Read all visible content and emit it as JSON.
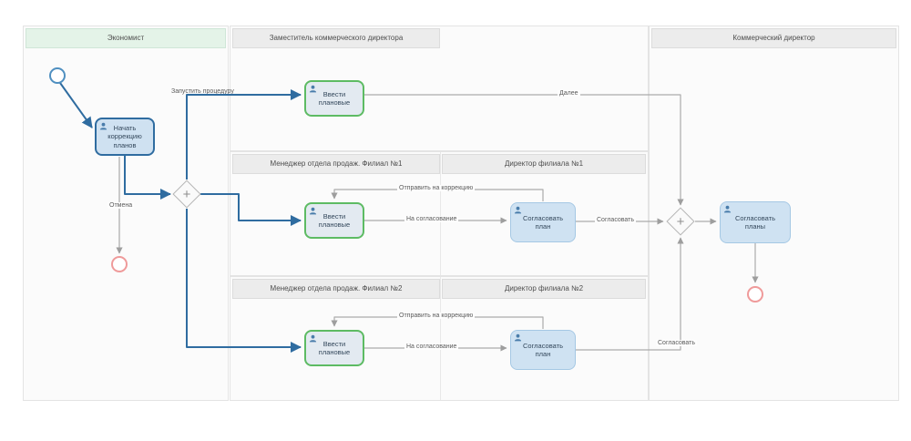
{
  "diagram": {
    "gateway_symbol": "+",
    "lanes": {
      "economist": {
        "title": "Экономист"
      },
      "deputy_commercial_director": {
        "title": "Заместитель коммерческого директора"
      },
      "sales_manager_branch1": {
        "title": "Менеджер отдела продаж. Филиал №1"
      },
      "branch1_director": {
        "title": "Директор филиала №1"
      },
      "sales_manager_branch2": {
        "title": "Менеджер отдела продаж. Филиал №2"
      },
      "branch2_director": {
        "title": "Директор филиала №2"
      },
      "commercial_director": {
        "title": "Коммерческий директор"
      }
    },
    "tasks": {
      "start_correction": {
        "label": "Начать коррекцию планов"
      },
      "enter_planned_deputy": {
        "label": "Ввести плановые"
      },
      "enter_planned_branch1": {
        "label": "Ввести плановые"
      },
      "enter_planned_branch2": {
        "label": "Ввести плановые"
      },
      "approve_plan_branch1": {
        "label": "Согласовать план"
      },
      "approve_plan_branch2": {
        "label": "Согласовать план"
      },
      "approve_plans": {
        "label": "Согласовать планы"
      }
    },
    "edge_labels": {
      "start_procedure": "Запустить процедуру",
      "cancel": "Отмена",
      "next": "Далее",
      "send_for_correction_1": "Отправить на коррекцию",
      "for_approval_1": "На согласование",
      "approve_1": "Согласовать",
      "send_for_correction_2": "Отправить на коррекцию",
      "for_approval_2": "На согласование",
      "approve_2": "Согласовать"
    },
    "colors": {
      "flow_blue": "#2f6ca0",
      "task_green_border": "#5dbb63",
      "task_blue_fill": "#cfe2f2",
      "start_event_blue": "#4f8fc0",
      "end_event_red": "#ef9a9a",
      "lane_header_gray": "#ececec",
      "economist_header_green": "#e4f3e8"
    }
  }
}
